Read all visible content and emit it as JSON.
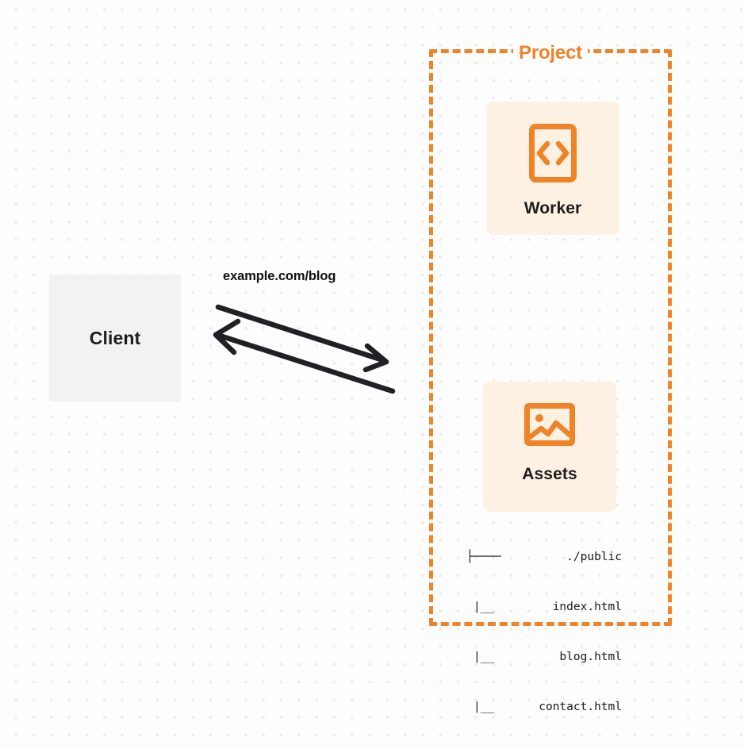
{
  "diagram": {
    "type": "architecture-flow",
    "background": {
      "style": "dotted-grid",
      "dot_color": "#e9e9e9",
      "page_color": "#fdfdfd"
    },
    "colors": {
      "accent_orange": "#ef8327",
      "card_fill": "#fdf1e3",
      "client_fill": "#f1f2f4",
      "text_dark": "#1d1d1d",
      "arrow_stroke": "#1f2124"
    }
  },
  "client": {
    "label": "Client"
  },
  "edge": {
    "label": "example.com/blog",
    "request_direction": "client-to-project",
    "response_direction": "project-to-client"
  },
  "project": {
    "label": "Project",
    "nodes": [
      {
        "id": "worker",
        "label": "Worker",
        "icon": "code-brackets-icon"
      },
      {
        "id": "assets",
        "label": "Assets",
        "icon": "image-icon"
      }
    ]
  },
  "file_tree": {
    "rows": [
      {
        "branch": "├────",
        "name": "./public"
      },
      {
        "branch": "|__",
        "name": "index.html"
      },
      {
        "branch": "|__",
        "name": "blog.html"
      },
      {
        "branch": "|__",
        "name": "contact.html"
      }
    ]
  }
}
